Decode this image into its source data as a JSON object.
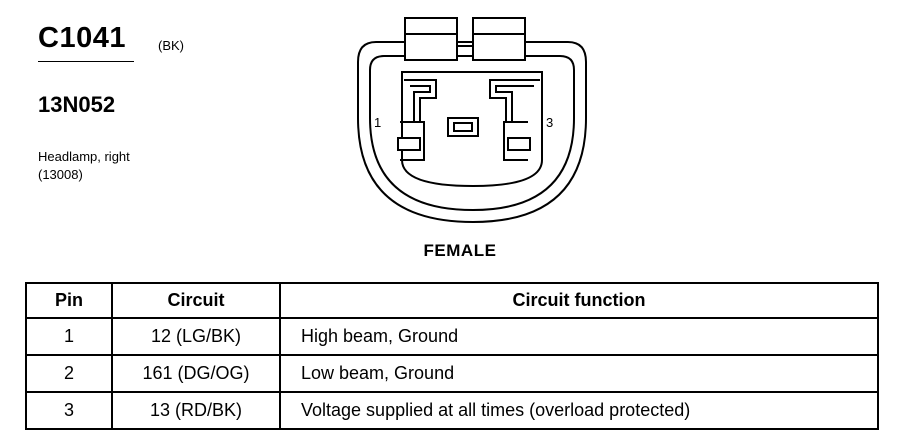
{
  "connector": {
    "id": "C1041",
    "color_code": "(BK)",
    "part_number": "13N052",
    "description_line1": "Headlamp, right",
    "description_line2": "(13008)"
  },
  "diagram": {
    "gender": "FEMALE",
    "pin_label_left": "1",
    "pin_label_right": "3"
  },
  "table": {
    "headers": {
      "pin": "Pin",
      "circuit": "Circuit",
      "function": "Circuit function"
    },
    "rows": [
      {
        "pin": "1",
        "circuit": "12 (LG/BK)",
        "function": "High beam, Ground"
      },
      {
        "pin": "2",
        "circuit": "161 (DG/OG)",
        "function": "Low beam, Ground"
      },
      {
        "pin": "3",
        "circuit": "13 (RD/BK)",
        "function": "Voltage supplied at all times (overload protected)"
      }
    ]
  }
}
